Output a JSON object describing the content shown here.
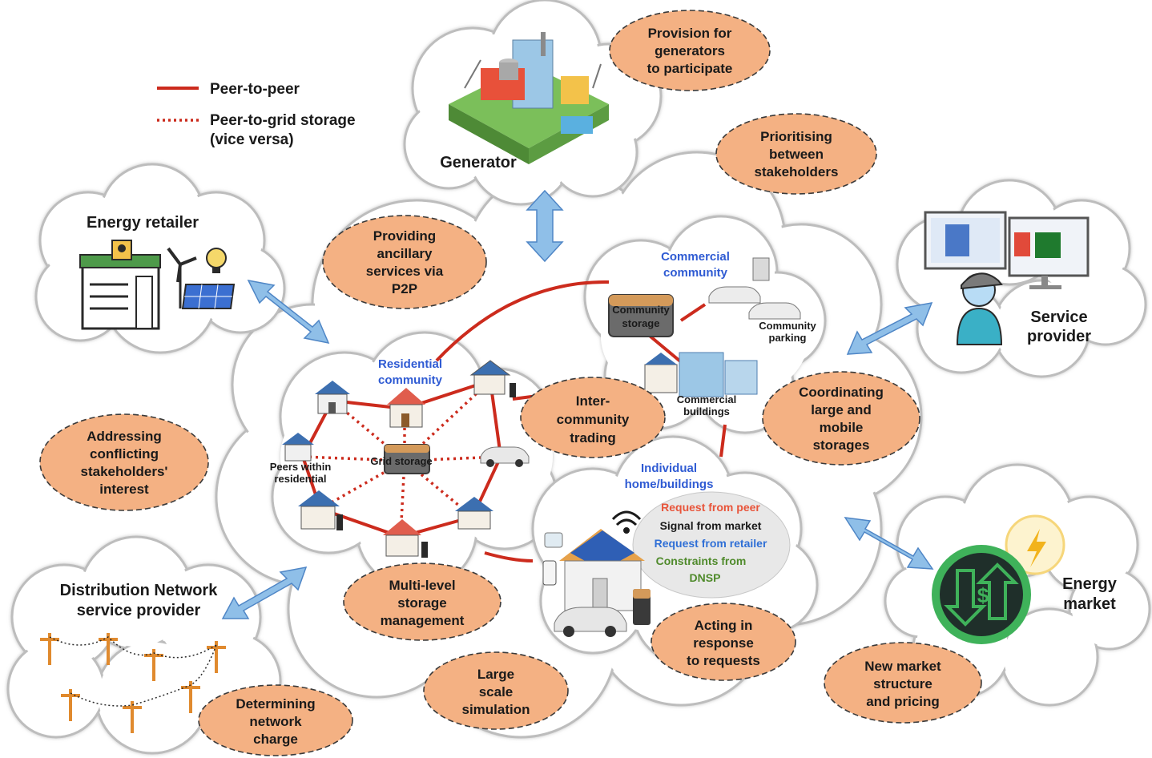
{
  "legend": {
    "p2p": "Peer-to-peer",
    "p2g_line1": "Peer-to-grid storage",
    "p2g_line2": "(vice versa)"
  },
  "clouds": {
    "generator": "Generator",
    "retailer": "Energy retailer",
    "service_line1": "Service",
    "service_line2": "provider",
    "dnsp_line1": "Distribution Network",
    "dnsp_line2": "service provider",
    "market_line1": "Energy",
    "market_line2": "market"
  },
  "residential": {
    "title_line1": "Residential",
    "title_line2": "community",
    "peers_line1": "Peers within",
    "peers_line2": "residential",
    "grid_storage": "Grid storage"
  },
  "commercial": {
    "title_line1": "Commercial",
    "title_line2": "community",
    "storage_line1": "Community",
    "storage_line2": "storage",
    "parking_line1": "Community",
    "parking_line2": "parking",
    "buildings_line1": "Commercial",
    "buildings_line2": "buildings"
  },
  "individual": {
    "title_line1": "Individual",
    "title_line2": "home/buildings",
    "signals": {
      "peer": "Request from peer",
      "market": "Signal from market",
      "retailer": "Request from retailer",
      "dnsp_line1": "Constraints from",
      "dnsp_line2": "DNSP"
    }
  },
  "challenges": {
    "generators": [
      "Provision for",
      "generators",
      "to participate"
    ],
    "prioritising": [
      "Prioritising",
      "between",
      "stakeholders"
    ],
    "ancillary": [
      "Providing",
      "ancillary",
      "services via",
      "P2P"
    ],
    "coordinating": [
      "Coordinating",
      "large and",
      "mobile",
      "storages"
    ],
    "intercommunity": [
      "Inter-",
      "community",
      "trading"
    ],
    "conflicting": [
      "Addressing",
      "conflicting",
      "stakeholders'",
      "interest"
    ],
    "multilevel": [
      "Multi-level",
      "storage",
      "management"
    ],
    "acting": [
      "Acting in",
      "response",
      "to requests"
    ],
    "largescale": [
      "Large",
      "scale",
      "simulation"
    ],
    "network_charge": [
      "Determining",
      "network",
      "charge"
    ],
    "market_structure": [
      "New market",
      "structure",
      "and pricing"
    ]
  },
  "colors": {
    "oval_fill": "#f4b183",
    "p2p_line": "#cc2b1d",
    "arrow": "#8fbfe8",
    "title_blue": "#2f5bd3",
    "peer_request": "#e8543a",
    "retailer_request": "#2f6fd6",
    "dnsp_constraint": "#4f8a2b"
  },
  "icons": [
    "factory-icon",
    "retail-store-icon",
    "wind-turbine-icon",
    "solar-panel-icon",
    "monitor-icon",
    "person-icon",
    "power-pole-icon",
    "exchange-icon",
    "lightning-icon",
    "house-icon",
    "car-icon",
    "battery-icon",
    "wifi-icon",
    "building-icon"
  ]
}
